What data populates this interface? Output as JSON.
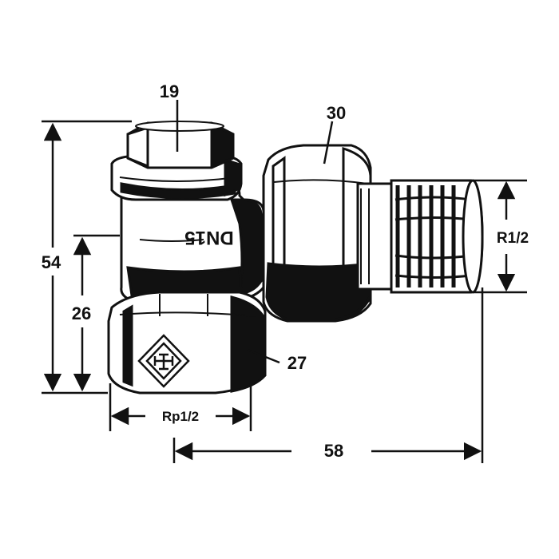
{
  "dimensions": {
    "top_nut_width": "19",
    "union_nut_width": "30",
    "overall_height": "54",
    "connection_height": "26",
    "bottom_nut_width": "27",
    "inlet_thread": "Rp1/2",
    "outlet_thread": "R1/2",
    "overall_length": "58"
  },
  "body_marking": "DN15",
  "colors": {
    "line": "#111111",
    "fill_light": "#ffffff",
    "fill_dark": "#111111"
  },
  "icons": {
    "logo": "hexagon-logo"
  }
}
